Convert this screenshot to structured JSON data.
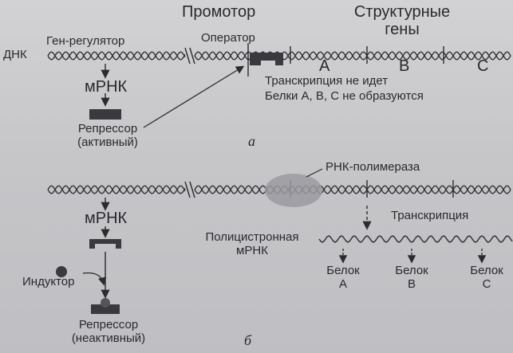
{
  "panel_a": {
    "header_promoter": "Промотор",
    "header_structural_line1": "Структурные",
    "header_structural_line2": "гены",
    "gene_regulator": "Ген-регулятор",
    "operator": "Оператор",
    "dna": "ДНК",
    "gene_a": "A",
    "gene_b": "B",
    "gene_c": "C",
    "mrna": "мРНК",
    "repressor": "Репрессор",
    "repressor_state": "(активный)",
    "transcription_status": "Транскрипция не идет",
    "proteins_status": "Белки A, B, C не образуются",
    "panel_letter": "а"
  },
  "panel_b": {
    "rna_polymerase": "РНК-полимераза",
    "mrna": "мРНК",
    "transcription": "Транскрипция",
    "polycistronic_line1": "Полицистронная",
    "polycistronic_line2": "мРНК",
    "inducer": "Индуктор",
    "repressor": "Репрессор",
    "repressor_state": "(неактивный)",
    "protein_word": "Белок",
    "protein_a": "A",
    "protein_b": "B",
    "protein_c": "C",
    "panel_letter": "б"
  },
  "colors": {
    "background": "#c9c9cb",
    "ink": "#2b2b2e",
    "repressor": "#3a3a3e",
    "polymerase": "#9a9aa0"
  }
}
